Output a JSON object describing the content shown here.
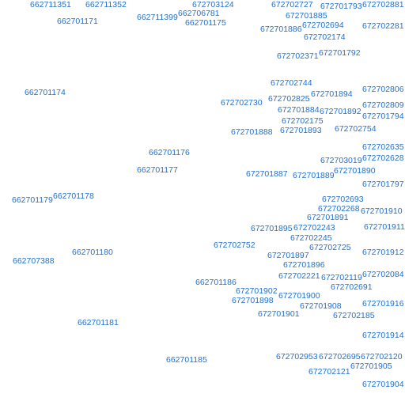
{
  "map": {
    "label_color": "#1f6fd0",
    "background": "#ffffff",
    "labels": [
      "662711351",
      "662711352",
      "672703124",
      "672702727",
      "672701793",
      "672702881",
      "662706781",
      "662711399",
      "672701885",
      "662701171",
      "662701175",
      "672702694",
      "672701886",
      "672702281",
      "672702174",
      "672702371",
      "672701792",
      "672702744",
      "672702806",
      "662701174",
      "672701894",
      "672702825",
      "672702730",
      "672702809",
      "672701884",
      "672701892",
      "672701794",
      "672702175",
      "672702754",
      "672701888",
      "672701893",
      "672702635",
      "662701176",
      "672703019",
      "672702628",
      "672701890",
      "662701177",
      "672701887",
      "672701889",
      "672701797",
      "662701179",
      "662701178",
      "672702693",
      "672702268",
      "672701910",
      "672701891",
      "672701895",
      "672702243",
      "672701911",
      "672702245",
      "672702752",
      "672702725",
      "672701912",
      "662701180",
      "672701897",
      "662707388",
      "672701896",
      "672702221",
      "672702119",
      "672702084",
      "662701186",
      "672702691",
      "672701902",
      "672701900",
      "672701898",
      "672701908",
      "672701916",
      "672701901",
      "672702185",
      "662701181",
      "672701914",
      "672702953",
      "672702695",
      "672702120",
      "662701185",
      "672701905",
      "672702121",
      "672701904"
    ]
  }
}
